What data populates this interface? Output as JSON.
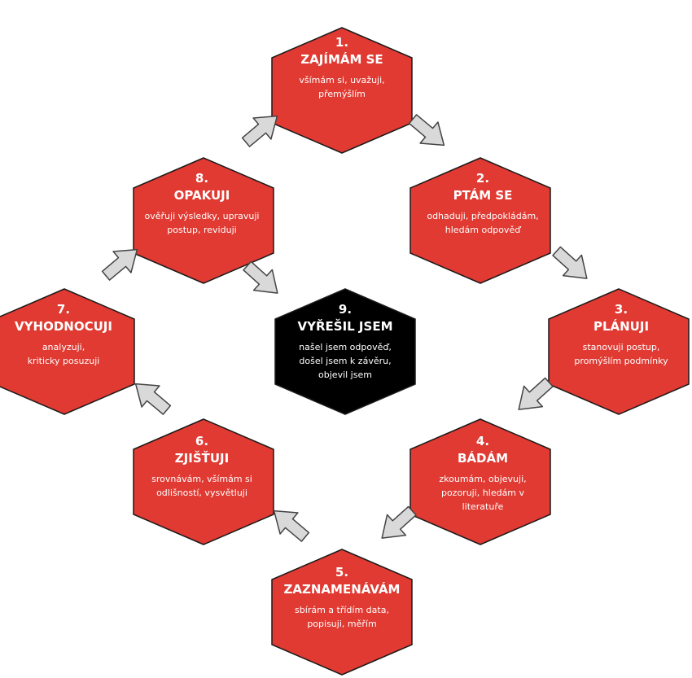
{
  "steps": [
    {
      "number": "1.",
      "title": "ZAJÍMÁM SE",
      "description": "všímám si, uvažuji,\npřemýšlím"
    },
    {
      "number": "2.",
      "title": "PTÁM SE",
      "description": "odhaduji, předpokládám,\nhledám odpověď"
    },
    {
      "number": "3.",
      "title": "PLÁNUJI",
      "description": "stanovuji postup,\npromýšlím podmínky"
    },
    {
      "number": "4.",
      "title": "BÁDÁM",
      "description": "zkoumám, objevuji,\npozoruji, hledám v\nliteratuře"
    },
    {
      "number": "5.",
      "title": "ZAZNAMENÁVÁM",
      "description": "sbírám a třídím data,\npopisuji, měřím"
    },
    {
      "number": "6.",
      "title": "ZJIŠŤUJI",
      "description": "srovnávám, všímám si\nodlišností, vysvětluji"
    },
    {
      "number": "7.",
      "title": "VYHODNOCUJI",
      "description": "analyzuji,\nkriticky posuzuji"
    },
    {
      "number": "8.",
      "title": "OPAKUJI",
      "description": "ověřuji výsledky, upravuji\npostup, reviduji"
    },
    {
      "number": "9.",
      "title": "VYŘEŠIL JSEM",
      "description": "našel jsem odpověď,\ndošel jsem k závěru,\nobjevil jsem"
    }
  ],
  "colors": {
    "hex_fill": "#e03a32",
    "hex_final_fill": "#000000",
    "hex_stroke": "#1a1a1a",
    "arrow_fill": "#d9d9d9",
    "arrow_stroke": "#444444",
    "text": "#ffffff"
  }
}
